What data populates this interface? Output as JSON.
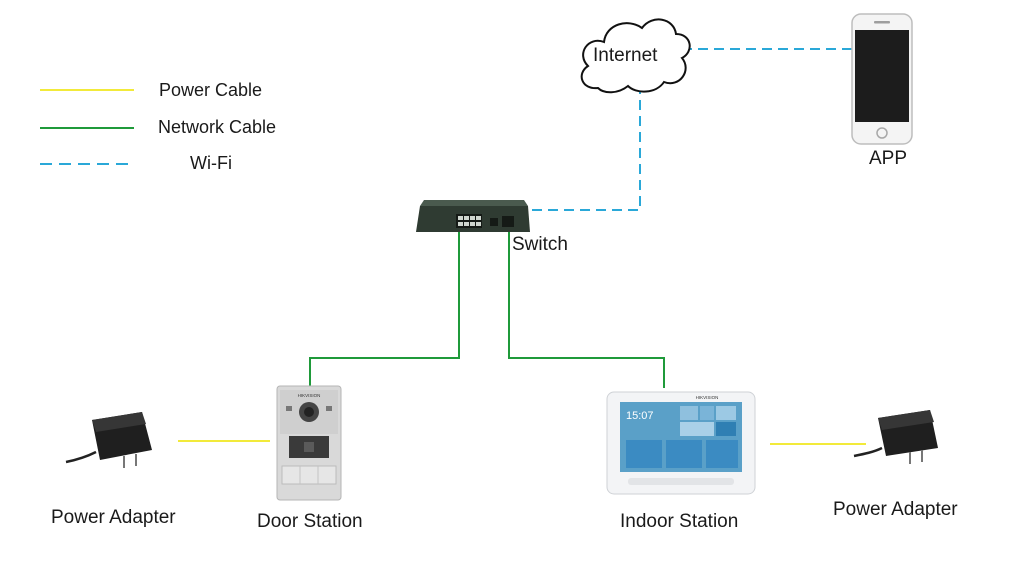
{
  "legend": {
    "items": [
      {
        "label": "Power Cable",
        "color": "#f2ea3a",
        "style": "solid"
      },
      {
        "label": "Network Cable",
        "color": "#1f9a3a",
        "style": "solid"
      },
      {
        "label": "Wi-Fi",
        "color": "#2aa8d8",
        "style": "dashed"
      }
    ]
  },
  "nodes": {
    "internet": "Internet",
    "app": "APP",
    "switch": "Switch",
    "door_station": "Door Station",
    "indoor_station": "Indoor Station",
    "power_adapter_left": "Power Adapter",
    "power_adapter_right": "Power Adapter"
  },
  "device_text": {
    "indoor_clock": "15:07",
    "brand": "HIKVISION"
  }
}
